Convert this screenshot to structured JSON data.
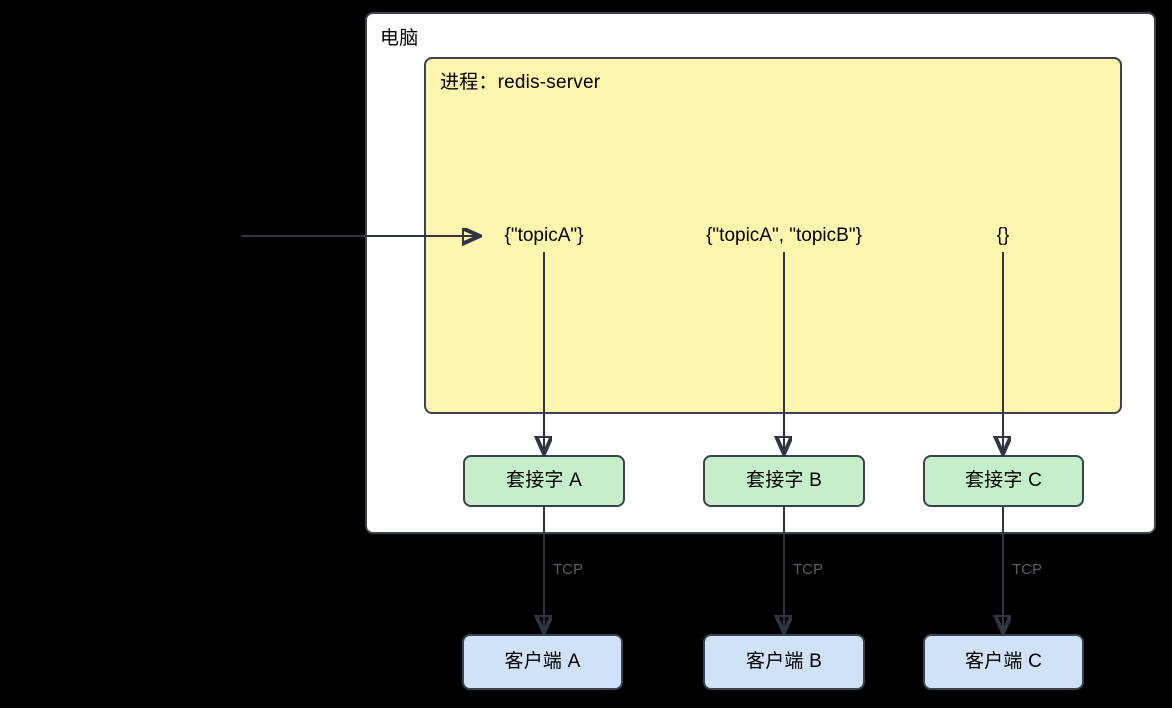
{
  "diagram": {
    "title_note": "redis-server pub/sub socket topology",
    "background_color": "#000000"
  },
  "computer": {
    "label": "电脑",
    "fill": "#ffffff",
    "stroke": "#3a4250"
  },
  "process": {
    "label": "进程：redis-server",
    "fill": "#fff5ad",
    "stroke": "#3a4250"
  },
  "subscription_sets": [
    {
      "id": "set-a",
      "text": "{\"topicA\"}"
    },
    {
      "id": "set-b",
      "text": "{\"topicA\", \"topicB\"}"
    },
    {
      "id": "set-c",
      "text": "{}"
    }
  ],
  "sockets": [
    {
      "id": "socket-a",
      "label": "套接字 A",
      "fill": "#c5efc8"
    },
    {
      "id": "socket-b",
      "label": "套接字 B",
      "fill": "#c5efc8"
    },
    {
      "id": "socket-c",
      "label": "套接字 C",
      "fill": "#c5efc8"
    }
  ],
  "clients": [
    {
      "id": "client-a",
      "label": "客户端 A",
      "fill": "#cfe2f7"
    },
    {
      "id": "client-b",
      "label": "客户端 B",
      "fill": "#cfe2f7"
    },
    {
      "id": "client-c",
      "label": "客户端 C",
      "fill": "#cfe2f7"
    }
  ],
  "edge_labels": [
    {
      "id": "tcp-a",
      "text": "TCP",
      "color": "#5b6067"
    },
    {
      "id": "tcp-b",
      "text": "TCP",
      "color": "#5b6067"
    },
    {
      "id": "tcp-c",
      "text": "TCP",
      "color": "#5b6067"
    }
  ]
}
